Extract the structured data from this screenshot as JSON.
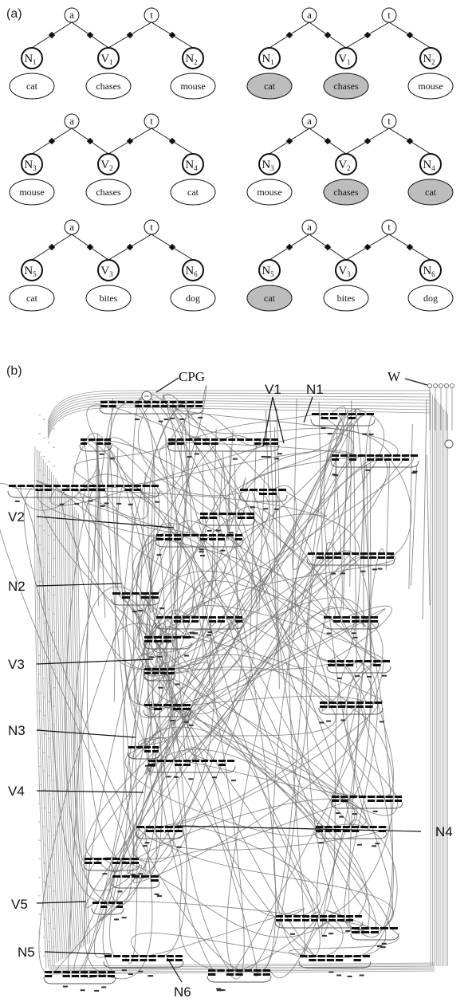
{
  "panel_a": {
    "label": "(a)",
    "role_labels": {
      "agent": "a",
      "theme": "t"
    },
    "frames": [
      {
        "nouns": [
          [
            "N",
            "1"
          ],
          [
            "V",
            "1"
          ],
          [
            "N",
            "2"
          ]
        ],
        "words": [
          "cat",
          "chases",
          "mouse"
        ],
        "highlight": [
          false,
          false,
          false
        ]
      },
      {
        "nouns": [
          [
            "N",
            "1"
          ],
          [
            "V",
            "1"
          ],
          [
            "N",
            "2"
          ]
        ],
        "words": [
          "cat",
          "chases",
          "mouse"
        ],
        "highlight": [
          true,
          true,
          false
        ]
      },
      {
        "nouns": [
          [
            "N",
            "3"
          ],
          [
            "V",
            "2"
          ],
          [
            "N",
            "4"
          ]
        ],
        "words": [
          "mouse",
          "chases",
          "cat"
        ],
        "highlight": [
          false,
          false,
          false
        ]
      },
      {
        "nouns": [
          [
            "N",
            "3"
          ],
          [
            "V",
            "2"
          ],
          [
            "N",
            "4"
          ]
        ],
        "words": [
          "mouse",
          "chases",
          "cat"
        ],
        "highlight": [
          false,
          true,
          true
        ]
      },
      {
        "nouns": [
          [
            "N",
            "5"
          ],
          [
            "V",
            "3"
          ],
          [
            "N",
            "6"
          ]
        ],
        "words": [
          "cat",
          "bites",
          "dog"
        ],
        "highlight": [
          false,
          false,
          false
        ]
      },
      {
        "nouns": [
          [
            "N",
            "5"
          ],
          [
            "V",
            "3"
          ],
          [
            "N",
            "6"
          ]
        ],
        "words": [
          "cat",
          "bites",
          "dog"
        ],
        "highlight": [
          true,
          false,
          false
        ]
      }
    ],
    "highlight_color": "#bdbdbd"
  },
  "panel_b": {
    "label": "(b)",
    "callouts": {
      "cpg": "CPG",
      "w": "W",
      "v1": "V1",
      "n1": "N1",
      "v2": "V2",
      "n2": "N2",
      "v3": "V3",
      "n3": "N3",
      "v4": "V4",
      "n4": "N4",
      "v5": "V5",
      "n5": "N5",
      "n6": "N6"
    }
  }
}
